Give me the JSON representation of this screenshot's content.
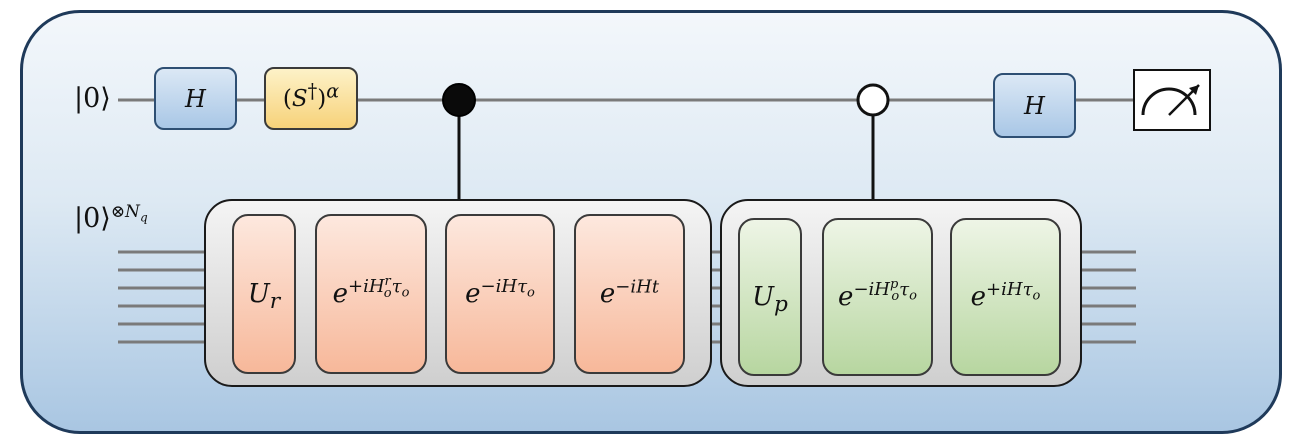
{
  "colors": {
    "panel_border": "#1f3a5a",
    "panel_fill_top": "#f3f7fb",
    "panel_fill_bottom": "#a9c6e2",
    "hadamard_fill": "#a9c7e6",
    "s_gate_fill": "#f7d27a",
    "orange_gate_fill": "#f7b89a",
    "green_gate_fill": "#b7d6a0",
    "wire": "#7a7a7a"
  },
  "ancilla": {
    "input_ket": "|0⟩",
    "gates": [
      "H",
      "(S†)α",
      "H"
    ],
    "controls": [
      "filled-control",
      "open-control"
    ],
    "measurement_icon": "meter-icon"
  },
  "register": {
    "input_ket": "|0⟩",
    "tensor_power": "⊗N",
    "tensor_power_sub": "q",
    "wire_count": 6
  },
  "block_r": {
    "gates": [
      {
        "base": "U",
        "sub": "r"
      },
      {
        "base": "e",
        "sup": "+iH",
        "sup_sup": "r",
        "sup_sub": "o",
        "tail": "τ",
        "tail_sub": "o"
      },
      {
        "base": "e",
        "sup": "−iHτ",
        "sup_sub": "o"
      },
      {
        "base": "e",
        "sup": "−iHt"
      }
    ]
  },
  "block_p": {
    "gates": [
      {
        "base": "U",
        "sub": "p"
      },
      {
        "base": "e",
        "sup": "−iH",
        "sup_sup": "p",
        "sup_sub": "o",
        "tail": "τ",
        "tail_sub": "o"
      },
      {
        "base": "e",
        "sup": "+iHτ",
        "sup_sub": "o"
      }
    ]
  }
}
